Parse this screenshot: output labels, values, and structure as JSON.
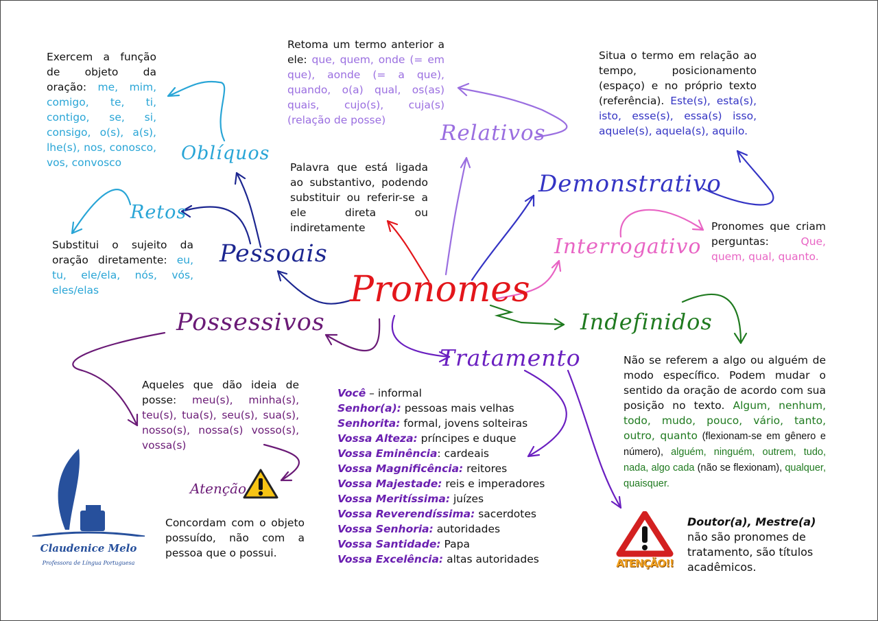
{
  "colors": {
    "obliquos": "#29a5d6",
    "pessoais": "#1c2690",
    "relativos": "#9a6ee0",
    "center": "#e3161b",
    "demonstrativo": "#3434c4",
    "interrogativo": "#e864c4",
    "indefinidos": "#1f7a1f",
    "possessivos": "#6a1a76",
    "tratamento": "#6a1fc0"
  },
  "center": {
    "title": "Pronomes",
    "definition": "Palavra que está ligada ao substantivo, podendo substituir ou referir-se a ele direta ou indiretamente"
  },
  "obliquos": {
    "title": "Oblíquos",
    "text": "Exercem a função de objeto da oração: ",
    "examples": "me, mim, comigo, te, ti, contigo, se, si, consigo, o(s), a(s), lhe(s), nos, conosco, vos, convosco"
  },
  "retos": {
    "title": "Retos",
    "text": "Substitui o sujeito da oração diretamente: ",
    "examples": "eu, tu, ele/ela, nós, vós, eles/elas"
  },
  "pessoais": {
    "title": "Pessoais"
  },
  "relativos": {
    "title": "Relativos",
    "text": "Retoma um termo anterior a ele: ",
    "examples": "que, quem, onde (= em que), aonde (= a que), quando, o(a) qual, os(as) quais, cujo(s), cuja(s) (relação de posse)"
  },
  "demonstrativo": {
    "title": "Demonstrativo",
    "text": "Situa o termo em relação ao tempo, posicionamento (espaço) e no próprio texto (referência). ",
    "examples": "Este(s), esta(s), isto, esse(s), essa(s) isso, aquele(s), aquela(s), aquilo."
  },
  "interrogativo": {
    "title": "Interrogativo",
    "text": "Pronomes que criam perguntas: ",
    "examples": "Que, quem, qual, quanto."
  },
  "indefinidos": {
    "title": "Indefinidos",
    "text": "Não se referem a algo ou alguém de modo específico. Podem mudar o sentido da oração de acordo com sua posição no texto. ",
    "examples1": "Algum, nenhum, todo, mudo, pouco, vário, tanto, outro, quanto",
    "note1": " (flexionam-se em gênero e número), ",
    "examples2": "alguém, ninguém, outrem, tudo, nada, algo cada",
    "note2": " (não se flexionam), ",
    "examples3": "qualquer, quaisquer."
  },
  "possessivos": {
    "title": "Possessivos",
    "text": "Aqueles que dão ideia de posse: ",
    "examples": "meu(s), minha(s), teu(s), tua(s), seu(s), sua(s), nosso(s), nossa(s) vosso(s), vossa(s)",
    "attention": "Atenção",
    "note": "Concordam com o objeto possuído, não com a pessoa que o possui."
  },
  "tratamento": {
    "title": "Tratamento",
    "items": [
      {
        "term": "Você",
        "use": " – informal"
      },
      {
        "term": "Senhor(a):",
        "use": " pessoas mais velhas"
      },
      {
        "term": "Senhorita:",
        "use": " formal, jovens solteiras"
      },
      {
        "term": "Vossa Alteza:",
        "use": " príncipes e duque"
      },
      {
        "term": "Vossa Eminência",
        "use": ": cardeais"
      },
      {
        "term": "Vossa Magnificência:",
        "use": " reitores"
      },
      {
        "term": "Vossa Majestade:",
        "use": " reis e imperadores"
      },
      {
        "term": "Vossa Meritíssima:",
        "use": " juízes"
      },
      {
        "term": "Vossa Reverendíssima:",
        "use": " sacerdotes"
      },
      {
        "term": "Vossa Senhoria:",
        "use": " autoridades"
      },
      {
        "term": "Vossa Santidade:",
        "use": " Papa"
      },
      {
        "term": "Vossa Excelência:",
        "use": " altas autoridades"
      }
    ],
    "attention": "ATENÇÃO!!",
    "note_bold": "Doutor(a), Mestre(a)",
    "note": " não são pronomes de tratamento, são títulos acadêmicos."
  },
  "logo": {
    "name": "Claudenice Melo",
    "subtitle": "Professora de Língua Portuguesa"
  }
}
